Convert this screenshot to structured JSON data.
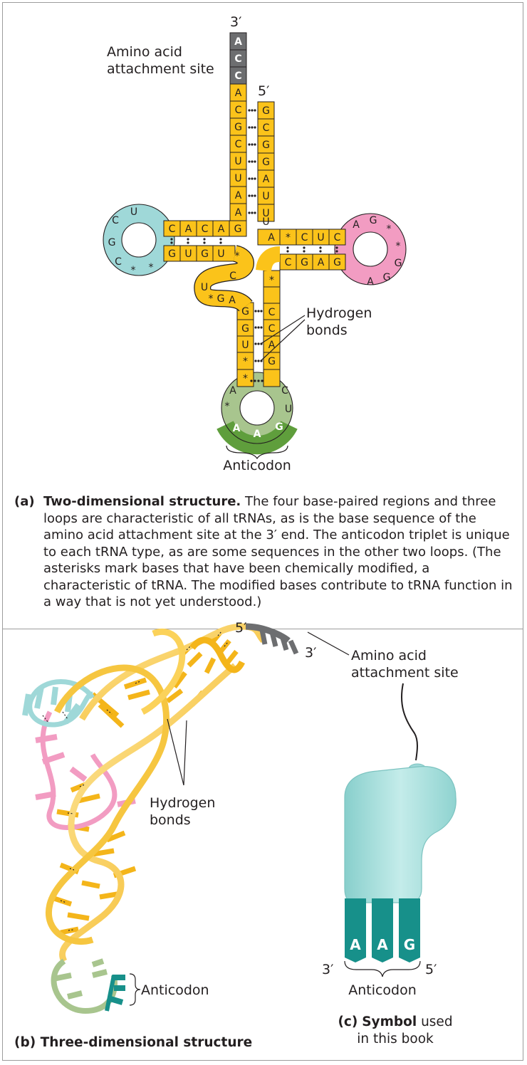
{
  "panel_a": {
    "end_3": "3′",
    "end_5": "5′",
    "amino_acid_label_line1": "Amino acid",
    "amino_acid_label_line2": "attachment site",
    "hydrogen_label_line1": "Hydrogen",
    "hydrogen_label_line2": "bonds",
    "anticodon_label": "Anticodon",
    "acceptor_tail": [
      "A",
      "C",
      "C"
    ],
    "acceptor_3prime_strand": [
      "A",
      "C",
      "G",
      "C",
      "U",
      "U",
      "A",
      "A"
    ],
    "acceptor_5prime_strand": [
      "G",
      "C",
      "G",
      "G",
      "A",
      "U",
      "U"
    ],
    "d_arm_top": [
      "C",
      "A",
      "C",
      "A",
      "G"
    ],
    "d_loop": [
      "U",
      "C",
      "G",
      "C",
      "*",
      "*"
    ],
    "d_arm_bottom": [
      "G",
      "U",
      "G",
      "U",
      "*"
    ],
    "linker": [
      "C",
      "U",
      "*",
      "G",
      "A",
      "G"
    ],
    "anticodon_stem_left": [
      "G",
      "U",
      "*",
      "*"
    ],
    "anticodon_loop_left": [
      "A",
      "*"
    ],
    "anticodon": [
      "A",
      "A",
      "G"
    ],
    "anticodon_loop_right": [
      "C",
      "U"
    ],
    "anticodon_stem_right": [
      "*",
      "C",
      "C",
      "A",
      "G"
    ],
    "t_arm_bottom": [
      "C",
      "G",
      "A",
      "G"
    ],
    "t_loop": [
      "A",
      "G",
      "*",
      "*",
      "G",
      "G",
      "A"
    ],
    "t_arm_top": [
      "U",
      "A",
      "*",
      "C",
      "U",
      "C"
    ],
    "caption_tag": "(a)",
    "caption_title": "Two-dimensional structure.",
    "caption_text": " The four base-paired regions and three loops are characteristic of all tRNAs, as is the base sequence of the amino acid attachment site at the 3′ end. The anticodon triplet is unique to each tRNA type, as are some sequences in the other two loops. (The asterisks mark bases that have been chemically modified, a characteristic of tRNA. The modified bases contribute to tRNA function in a way that is not yet understood.)"
  },
  "panel_b": {
    "end_5": "5′",
    "end_3": "3′",
    "hydrogen_label_line1": "Hydrogen",
    "hydrogen_label_line2": "bonds",
    "anticodon_label": "Anticodon",
    "caption": "(b) Three-dimensional structure"
  },
  "panel_c": {
    "amino_acid_label_line1": "Amino acid",
    "amino_acid_label_line2": "attachment site",
    "anticodon_bases": [
      "A",
      "A",
      "G"
    ],
    "end_3": "3′",
    "end_5": "5′",
    "anticodon_label": "Anticodon",
    "caption_tag": "(c)",
    "caption_title": "Symbol",
    "caption_rest": " used",
    "caption_line2": "in this book"
  },
  "colors": {
    "stem": "#fbc31a",
    "d_loop": "#9fd8d8",
    "t_loop": "#f29cc2",
    "anticodon_loop": "#a8c58e",
    "anticodon": "#5f9e3c",
    "tail": "#6d6e70",
    "symbol_body": "#a9e1e0",
    "symbol_teeth": "#17908a"
  }
}
